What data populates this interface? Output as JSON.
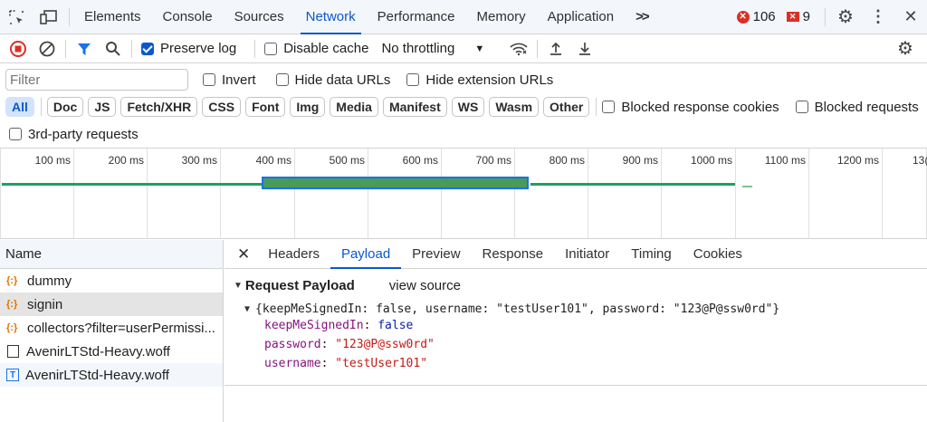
{
  "top_tabs": [
    "Elements",
    "Console",
    "Sources",
    "Network",
    "Performance",
    "Memory",
    "Application"
  ],
  "active_tab": "Network",
  "more_tabs_glyph": ">>",
  "error_count": "106",
  "issue_count": "9",
  "toolbar": {
    "preserve_log": "Preserve log",
    "disable_cache": "Disable cache",
    "throttling": "No throttling"
  },
  "filter": {
    "placeholder": "Filter",
    "invert": "Invert",
    "hide_data_urls": "Hide data URLs",
    "hide_extension_urls": "Hide extension URLs"
  },
  "types": [
    "All",
    "Doc",
    "JS",
    "Fetch/XHR",
    "CSS",
    "Font",
    "Img",
    "Media",
    "Manifest",
    "WS",
    "Wasm",
    "Other"
  ],
  "blocked_response_cookies": "Blocked response cookies",
  "blocked_requests": "Blocked requests",
  "third_party": "3rd-party requests",
  "timeline_ticks": [
    "100 ms",
    "200 ms",
    "300 ms",
    "400 ms",
    "500 ms",
    "600 ms",
    "700 ms",
    "800 ms",
    "900 ms",
    "1000 ms",
    "1100 ms",
    "1200 ms",
    "13("
  ],
  "name_header": "Name",
  "requests": [
    {
      "name": "dummy",
      "icon": "json-icon"
    },
    {
      "name": "signin",
      "icon": "json-icon"
    },
    {
      "name": "collectors?filter=userPermissi...",
      "icon": "json-icon"
    },
    {
      "name": "AvenirLTStd-Heavy.woff",
      "icon": "document-icon"
    },
    {
      "name": "AvenirLTStd-Heavy.woff",
      "icon": "font-icon"
    }
  ],
  "detail_tabs": [
    "Headers",
    "Payload",
    "Preview",
    "Response",
    "Initiator",
    "Timing",
    "Cookies"
  ],
  "active_detail_tab": "Payload",
  "payload": {
    "section_title": "Request Payload",
    "view_source": "view source",
    "summary": "{keepMeSignedIn: false, username: \"testUser101\", password: \"123@P@ssw0rd\"}",
    "props": [
      {
        "key": "keepMeSignedIn",
        "value": "false",
        "kind": "bool"
      },
      {
        "key": "password",
        "value": "\"123@P@ssw0rd\"",
        "kind": "str"
      },
      {
        "key": "username",
        "value": "\"testUser101\"",
        "kind": "str"
      }
    ]
  },
  "colors": {
    "accent": "#0b57d0",
    "error": "#d93025",
    "timeline_bar": "#1aa260"
  }
}
